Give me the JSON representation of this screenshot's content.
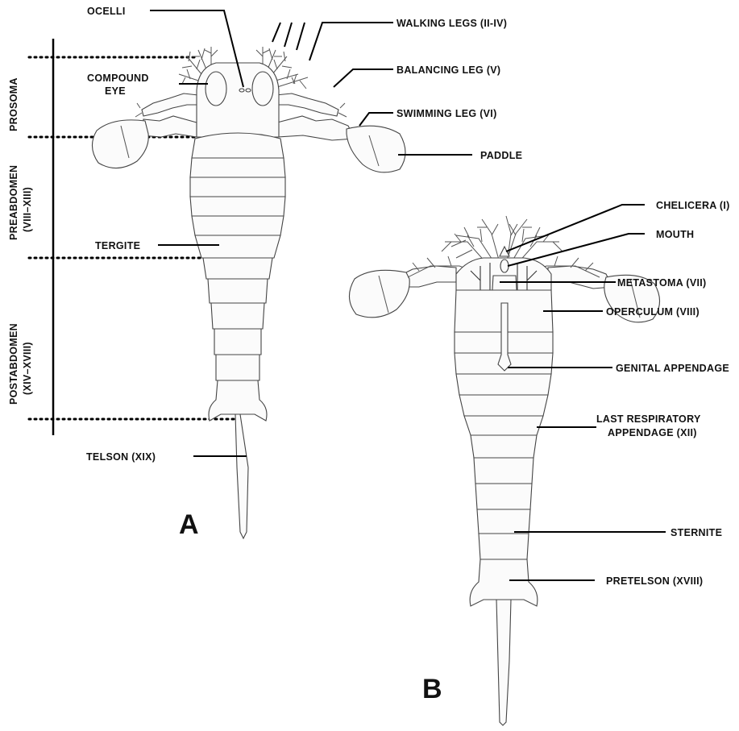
{
  "figure_a": {
    "panel_letter": "A",
    "labels": {
      "ocelli": "OCELLI",
      "walking_legs": "WALKING LEGS (II-IV)",
      "compound_eye_1": "COMPOUND",
      "compound_eye_2": "EYE",
      "balancing_leg": "BALANCING LEG (V)",
      "swimming_leg": "SWIMMING LEG (VI)",
      "paddle": "PADDLE",
      "tergite": "TERGITE",
      "telson": "TELSON (XIX)"
    },
    "regions": {
      "prosoma": "PROSOMA",
      "preabdomen_1": "PREABDOMEN",
      "preabdomen_2": "(VIII–XIII)",
      "postabdomen_1": "POSTABDOMEN",
      "postabdomen_2": "(XIV–XVIII)"
    }
  },
  "figure_b": {
    "panel_letter": "B",
    "labels": {
      "chelicera": "CHELICERA (I)",
      "mouth": "MOUTH",
      "metastoma": "METASTOMA (VII)",
      "operculum": "OPERCULUM (VIII)",
      "genital_appendage": "GENITAL APPENDAGE",
      "last_respiratory_1": "LAST RESPIRATORY",
      "last_respiratory_2": "APPENDAGE (XII)",
      "sternite": "STERNITE",
      "pretelson": "PRETELSON (XVIII)"
    }
  }
}
